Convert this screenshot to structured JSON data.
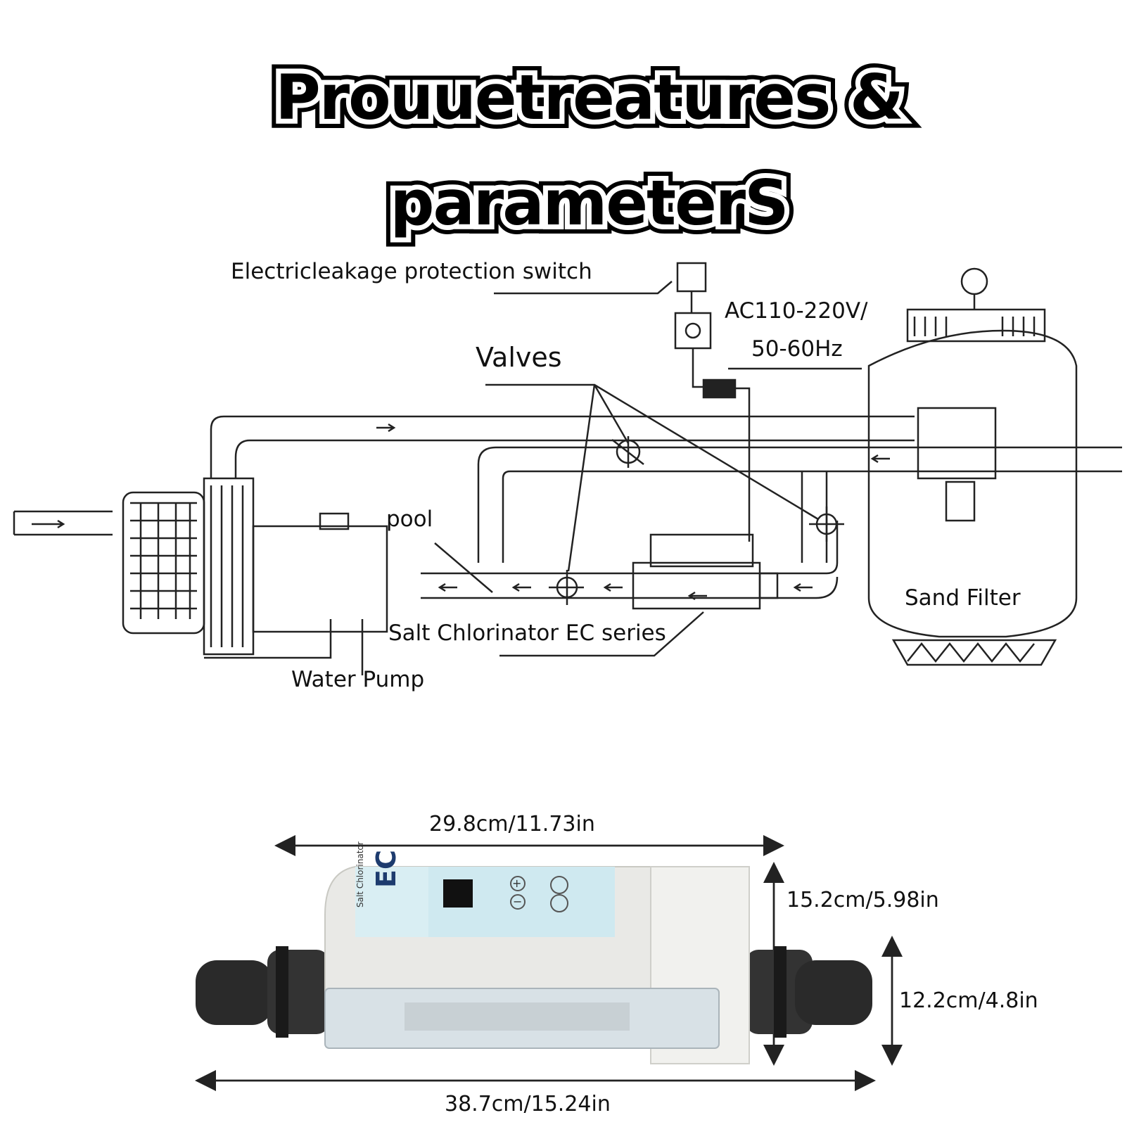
{
  "title": "Prouuetreatures & parameterS",
  "diagram": {
    "labels": {
      "leakage_switch": "Electricleakage protection switch",
      "voltage_line1": "AC110-220V/",
      "voltage_line2": "50-60Hz",
      "valves": "Valves",
      "pool": "pool",
      "sand_filter": "Sand Filter",
      "salt_chlorinator": "Salt Chlorinator EC series",
      "water_pump": "Water Pump"
    }
  },
  "dimensions": {
    "top_width": "29.8cm/11.73in",
    "height": "15.2cm/5.98in",
    "pipe_height": "12.2cm/4.8in",
    "total_length": "38.7cm/15.24in"
  },
  "device": {
    "brand_text": "EC",
    "subtitle_text": "Salt Chlorinator"
  }
}
